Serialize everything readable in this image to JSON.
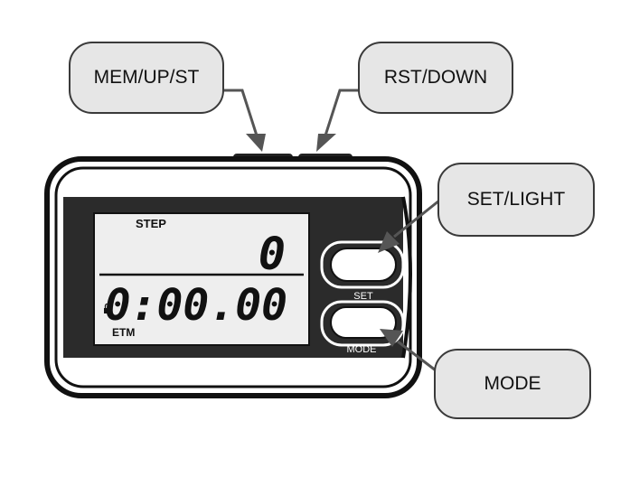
{
  "callouts": {
    "mem_up_st": "MEM/UP/ST",
    "rst_down": "RST/DOWN",
    "set_light": "SET/LIGHT",
    "mode": "MODE"
  },
  "display": {
    "step_label": "STEP",
    "step_value": "0",
    "time_value": "0:00.00",
    "etm_label": "ETM",
    "lock_icon": "lock-icon"
  },
  "buttons": {
    "set_label": "SET",
    "mode_label": "MODE"
  }
}
